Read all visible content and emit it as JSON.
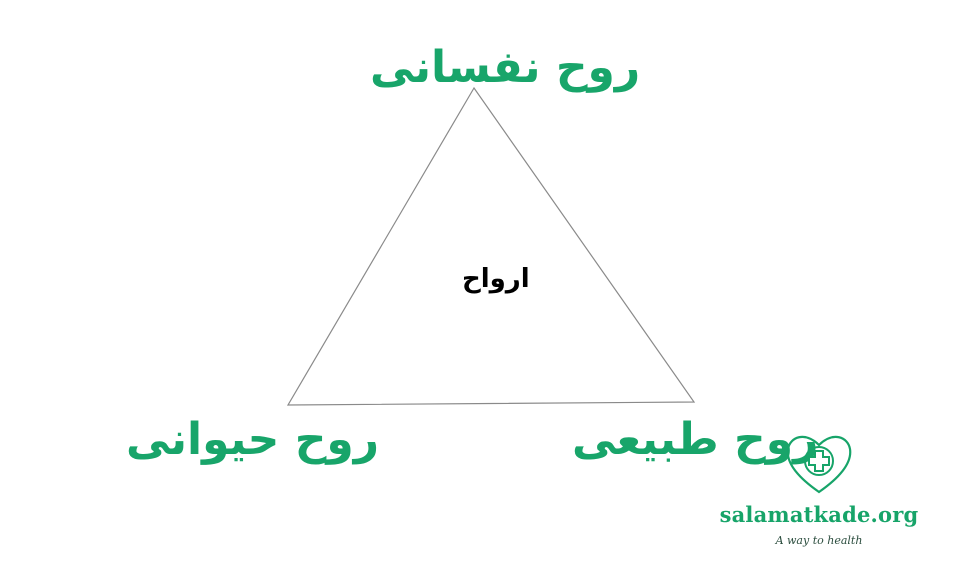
{
  "diagram": {
    "center_label": "ارواح",
    "vertices": {
      "top": "روح نفسانی",
      "bottom_left": "روح حیوانی",
      "bottom_right": "روح طبیعی"
    }
  },
  "watermark": {
    "site": "salamatkade.org",
    "tagline": "A way to health",
    "icon": "heart-medical-cross-icon"
  },
  "colors": {
    "label": "#18a56a",
    "triangle_stroke": "#8a8a8a",
    "logo": "#17a469"
  }
}
